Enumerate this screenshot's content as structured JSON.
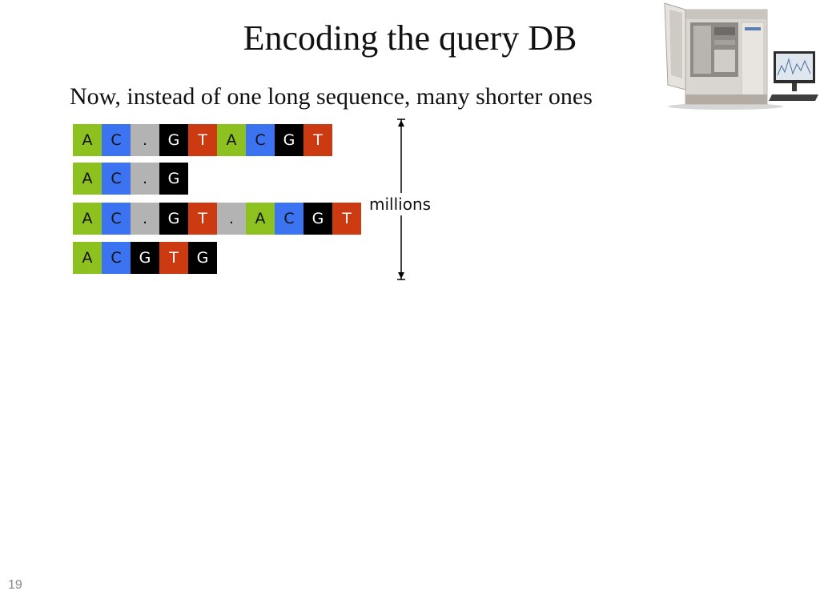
{
  "slide": {
    "title": "Encoding the query DB",
    "subtitle": "Now, instead of one long sequence, many shorter ones",
    "page_number": "19"
  },
  "annotation": {
    "label": "millions"
  },
  "sequences": [
    [
      "A",
      "C",
      ".",
      "G",
      "T",
      "A",
      "C",
      "G",
      "T"
    ],
    [
      "A",
      "C",
      ".",
      "G"
    ],
    [
      "A",
      "C",
      ".",
      "G",
      "T",
      ".",
      "A",
      "C",
      "G",
      "T"
    ],
    [
      "A",
      "C",
      "G",
      "T",
      "G"
    ]
  ],
  "colors": {
    "A": "#8cc11f",
    "C": "#3b73f0",
    "G": "#000000",
    "T": "#cc3a12",
    ".": "#b3b3b3"
  },
  "icons": {
    "sequencer_image": "dna-sequencer-machine-icon"
  }
}
